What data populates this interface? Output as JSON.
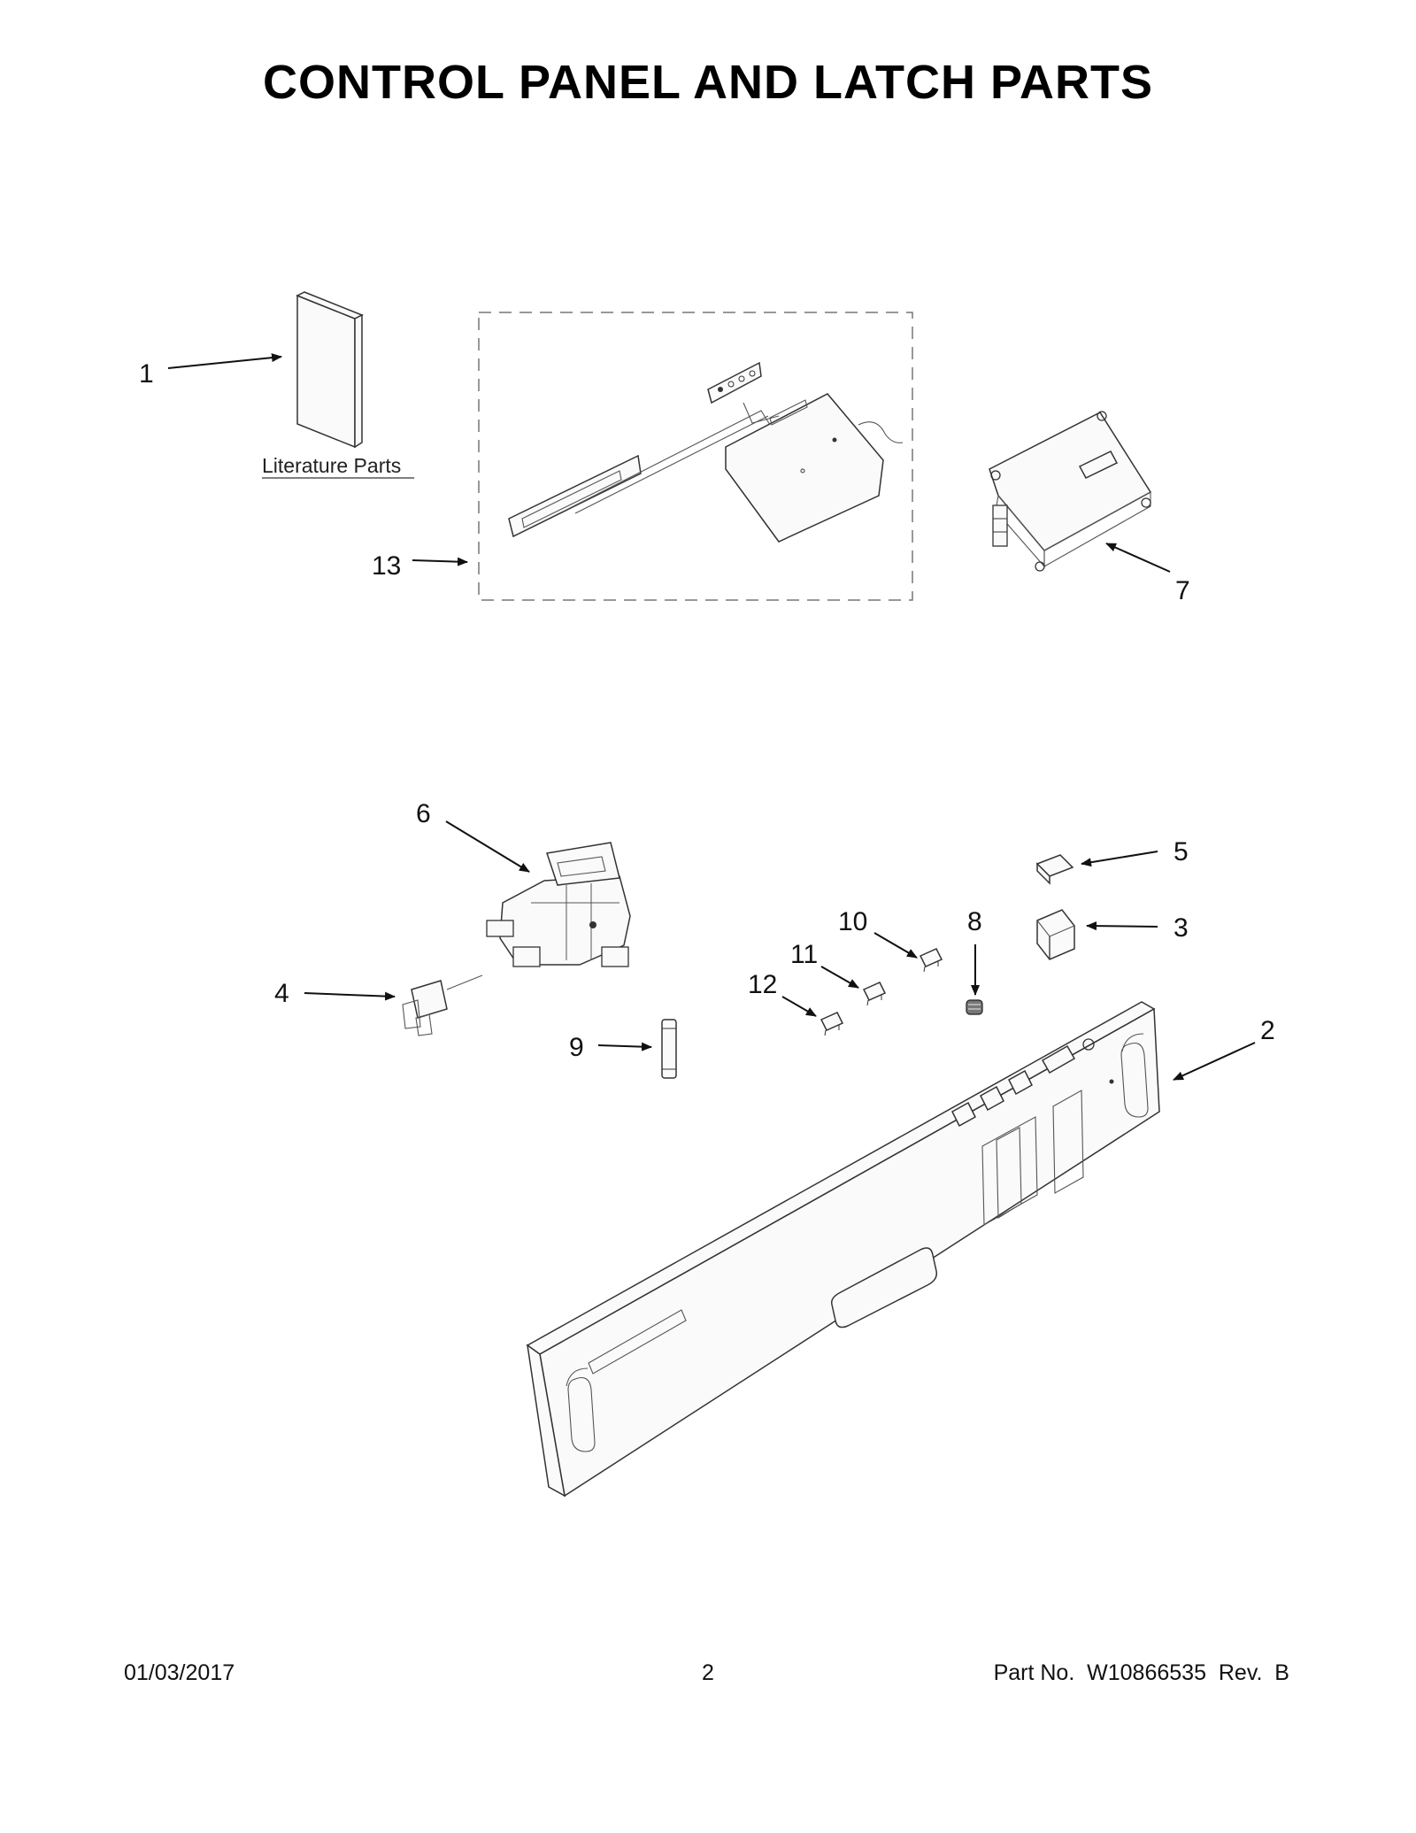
{
  "title": "CONTROL PANEL AND LATCH PARTS",
  "literature_label": "Literature Parts",
  "callouts": {
    "c1": "1",
    "c2": "2",
    "c3": "3",
    "c4": "4",
    "c5": "5",
    "c6": "6",
    "c7": "7",
    "c8": "8",
    "c9": "9",
    "c10": "10",
    "c11": "11",
    "c12": "12",
    "c13": "13"
  },
  "footer": {
    "date": "01/03/2017",
    "page": "2",
    "part": "Part No.  W10866535  Rev.  B"
  }
}
